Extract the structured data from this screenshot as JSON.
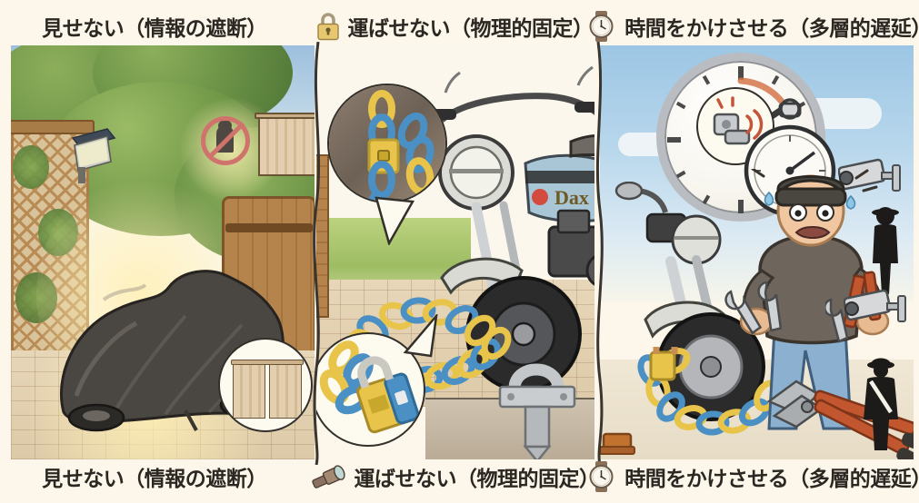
{
  "meta": {
    "background_color": "#fcf7ea",
    "text_color": "#2b2722",
    "style": "colored-pencil illustration, 3 panels"
  },
  "header": {
    "panels": [
      {
        "icon": "none",
        "icon_label": "",
        "label": "見せない（情報の遮断）"
      },
      {
        "icon": "padlock-icon",
        "icon_label": "closed padlock",
        "label": "運ばせない（物理的固定）"
      },
      {
        "icon": "wristwatch-icon",
        "icon_label": "wristwatch",
        "label": "時間をかけさせる（多層的遅延）"
      }
    ]
  },
  "footer": {
    "panels": [
      {
        "icon": "none",
        "icon_label": "",
        "label": "見せない（情報の遮断）"
      },
      {
        "icon": "telescope-icon",
        "icon_label": "telescope",
        "label": "運ばせない（物理的固定）"
      },
      {
        "icon": "wristwatch-icon",
        "icon_label": "wristwatch",
        "label": "時間をかけさせる（多層的遅延）"
      }
    ]
  },
  "panels": [
    {
      "id": "panel-1",
      "theme": "見せない（情報の遮断）",
      "scene": "covered motorcycle in a garden behind a wooden gate",
      "elements": [
        "hedge-wall",
        "lattice-trellis",
        "solar-security-light",
        "wooden-gate",
        "no-peeking-sign",
        "curtain-inset-top",
        "curtain-inset-bottom",
        "covered-motorcycle",
        "paving-stones"
      ],
      "accent_colors": {
        "foliage": "#6d9447",
        "wood": "#b5834c",
        "cover": "#46423e",
        "warn": "#d0736c"
      }
    },
    {
      "id": "panel-2",
      "theme": "運ばせない（物理的固定）",
      "scene": "Honda Dax motorcycle chained to a ground anchor",
      "bike_badge": "Dax",
      "elements": [
        "honda-dax-motorcycle",
        "blue-yellow-chain",
        "ground-anchor",
        "chain-detail-callout-top",
        "padlock-detail-callout-bottom",
        "paving-stones",
        "lawn"
      ],
      "accent_colors": {
        "chain_blue": "#4a90c4",
        "chain_yellow": "#e8c54a",
        "tank": "#a8c4d4",
        "anchor": "#b8bcc0"
      }
    },
    {
      "id": "panel-3",
      "theme": "時間をかけさせる（多層的遅延）",
      "scene": "sweating thief with tools racing a giant clock while cameras and police watch",
      "elements": [
        "giant-wall-clock",
        "panicked-thief",
        "wrench-set",
        "stopwatch",
        "alarm-disc-lock",
        "bolt-cutters",
        "chained-front-wheel",
        "security-camera-top",
        "security-camera-bottom",
        "pedestrian-silhouette",
        "police-silhouette"
      ],
      "accent_colors": {
        "sky": "#bcd8ec",
        "clock_rim": "#b9bcc0",
        "denim": "#7ea4c4",
        "sweater": "#6b625a"
      }
    }
  ]
}
